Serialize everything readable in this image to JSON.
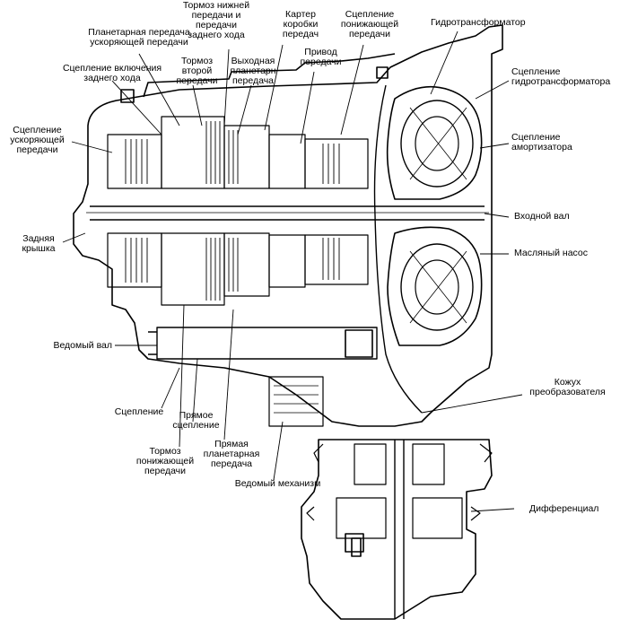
{
  "diagram": {
    "labels": {
      "brake_low_reverse": "Тормоз нижней\nпередачи и\nпередачи\nзаднего хода",
      "overdrive_planetary": "Планетарная передача\nускоряющей передачи",
      "case": "Картер\nкоробки\nпередач",
      "underdrive_clutch": "Сцепление\nпонижающей\nпередачи",
      "torque_converter": "Гидротрансформатор",
      "reverse_clutch": "Сцепление включения\nзаднего хода",
      "second_brake": "Тормоз\nвторой\nпередачи",
      "output_planetary": "Выходная\nпланетарн\nпередача",
      "transfer_drive": "Привод\nпередачи",
      "converter_clutch": "Сцепление\nгидротрансформатора",
      "overdrive_clutch": "Сцепление\nускоряющей\nпередачи",
      "damper_clutch": "Сцепление\nамортизатора",
      "input_shaft": "Входной вал",
      "rear_cover": "Задняя\nкрышка",
      "oil_pump": "Масляный насос",
      "driven_shaft": "Ведомый вал",
      "converter_housing": "Кожух\nпреобразователя",
      "clutch": "Сцепление",
      "direct_clutch": "Прямое\nсцепление",
      "underdrive_brake": "Тормоз\nпонижающей\nпередачи",
      "direct_planetary": "Прямая\nпланетарная\nпередача",
      "driven_gear": "Ведомый механизм",
      "differential": "Дифференциал"
    }
  }
}
